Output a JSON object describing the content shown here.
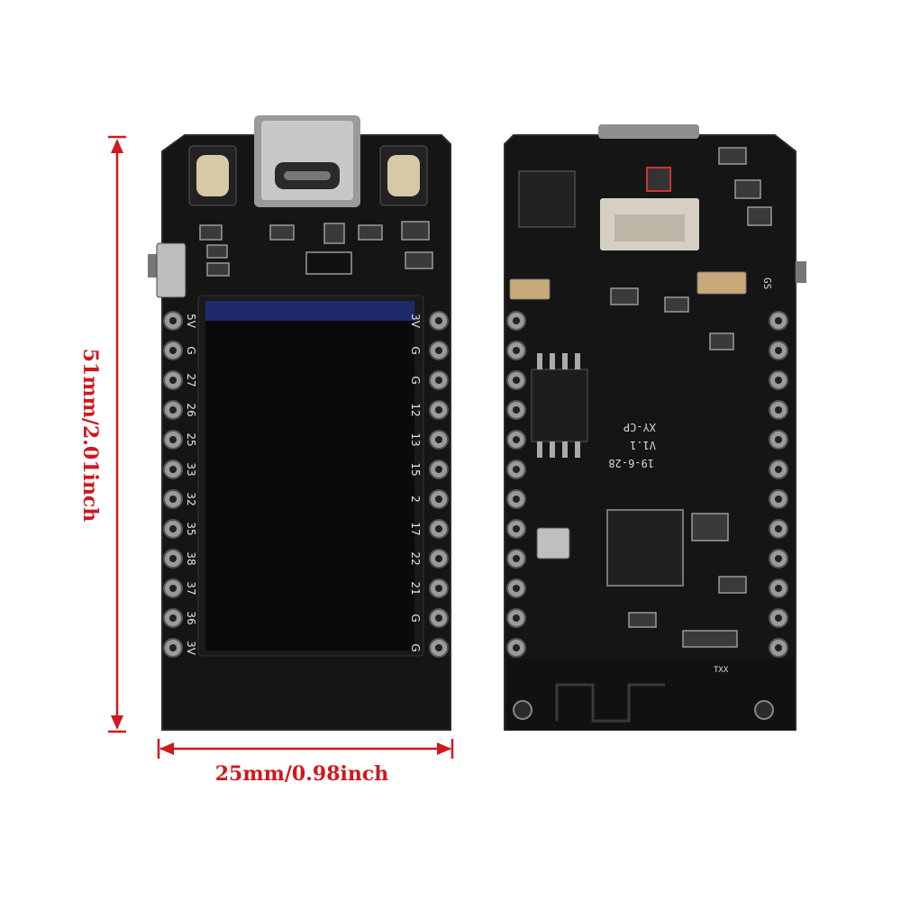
{
  "dimensions": {
    "height_label": "51mm/2.01inch",
    "width_label": "25mm/0.98inch",
    "color": "#d0181e"
  },
  "front_board": {
    "left_pins": [
      "5V",
      "G",
      "27",
      "26",
      "25",
      "33",
      "32",
      "35",
      "38",
      "37",
      "36",
      "3V"
    ],
    "right_pins": [
      "3V",
      "G",
      "G",
      "12",
      "13",
      "15",
      "2",
      "17",
      "22",
      "21",
      "G",
      "G"
    ]
  },
  "back_board": {
    "silkscreen": [
      "XY-CP",
      "V1.1",
      "19-6-28",
      "TXX",
      "GS"
    ]
  },
  "colors": {
    "pcb": "#151515",
    "pcb_edge": "#2a2a2a",
    "pad": "#8a8a8a",
    "display_border": "#1f2a6a",
    "display_screen": "#0a0a0c"
  }
}
